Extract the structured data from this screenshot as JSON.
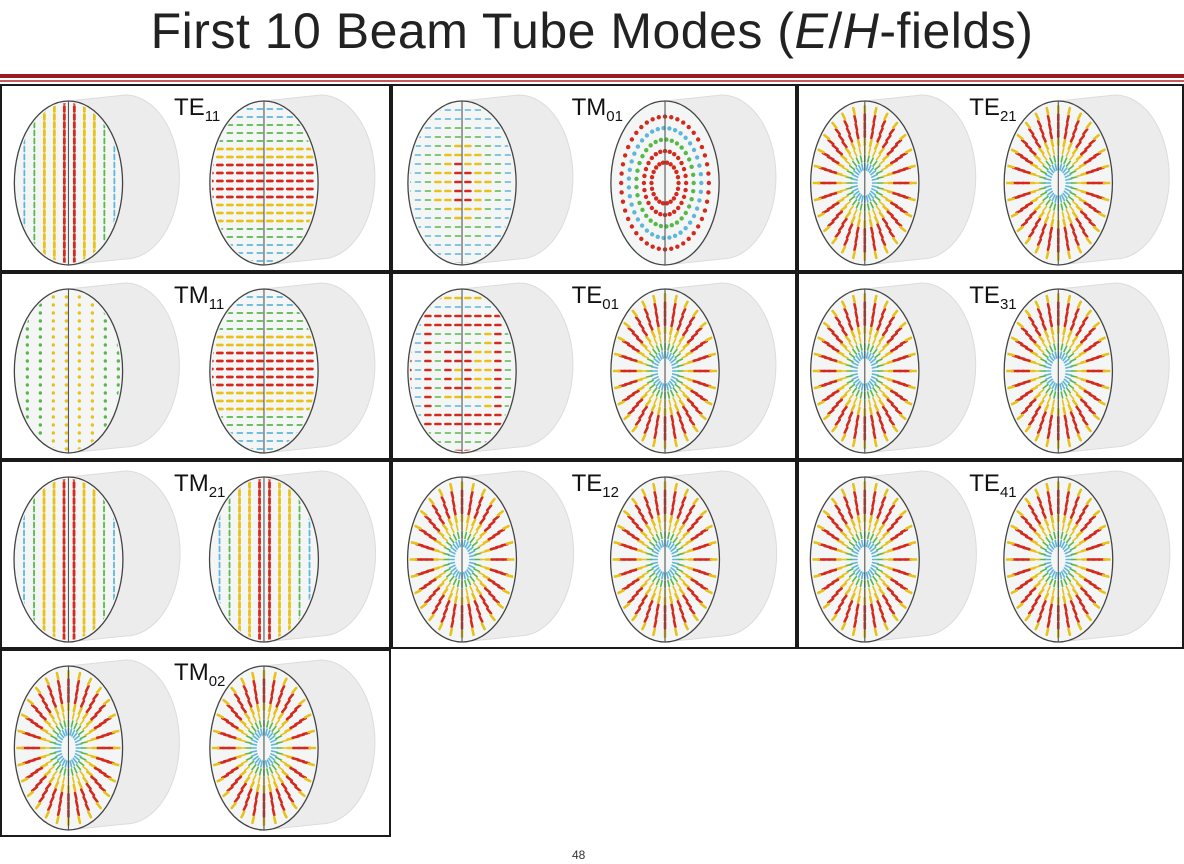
{
  "slide": {
    "title_main": "First 10 Beam Tube Modes (",
    "title_E": "E",
    "title_slash": "/",
    "title_H": "H",
    "title_tail": "-fields)",
    "page_number": "48"
  },
  "colors": {
    "accent_rule": "#9e1b1b",
    "field_high": "#d42a1e",
    "field_mid": "#e8c21a",
    "field_low": "#5ab84a",
    "field_min": "#5fb6d8"
  },
  "modes": [
    {
      "base": "TE",
      "sub": "11"
    },
    {
      "base": "TM",
      "sub": "01"
    },
    {
      "base": "TE",
      "sub": "21"
    },
    {
      "base": "TM",
      "sub": "11"
    },
    {
      "base": "TE",
      "sub": "01"
    },
    {
      "base": "TE",
      "sub": "31"
    },
    {
      "base": "TM",
      "sub": "21"
    },
    {
      "base": "TE",
      "sub": "12"
    },
    {
      "base": "TE",
      "sub": "41"
    },
    {
      "base": "TM",
      "sub": "02"
    }
  ]
}
